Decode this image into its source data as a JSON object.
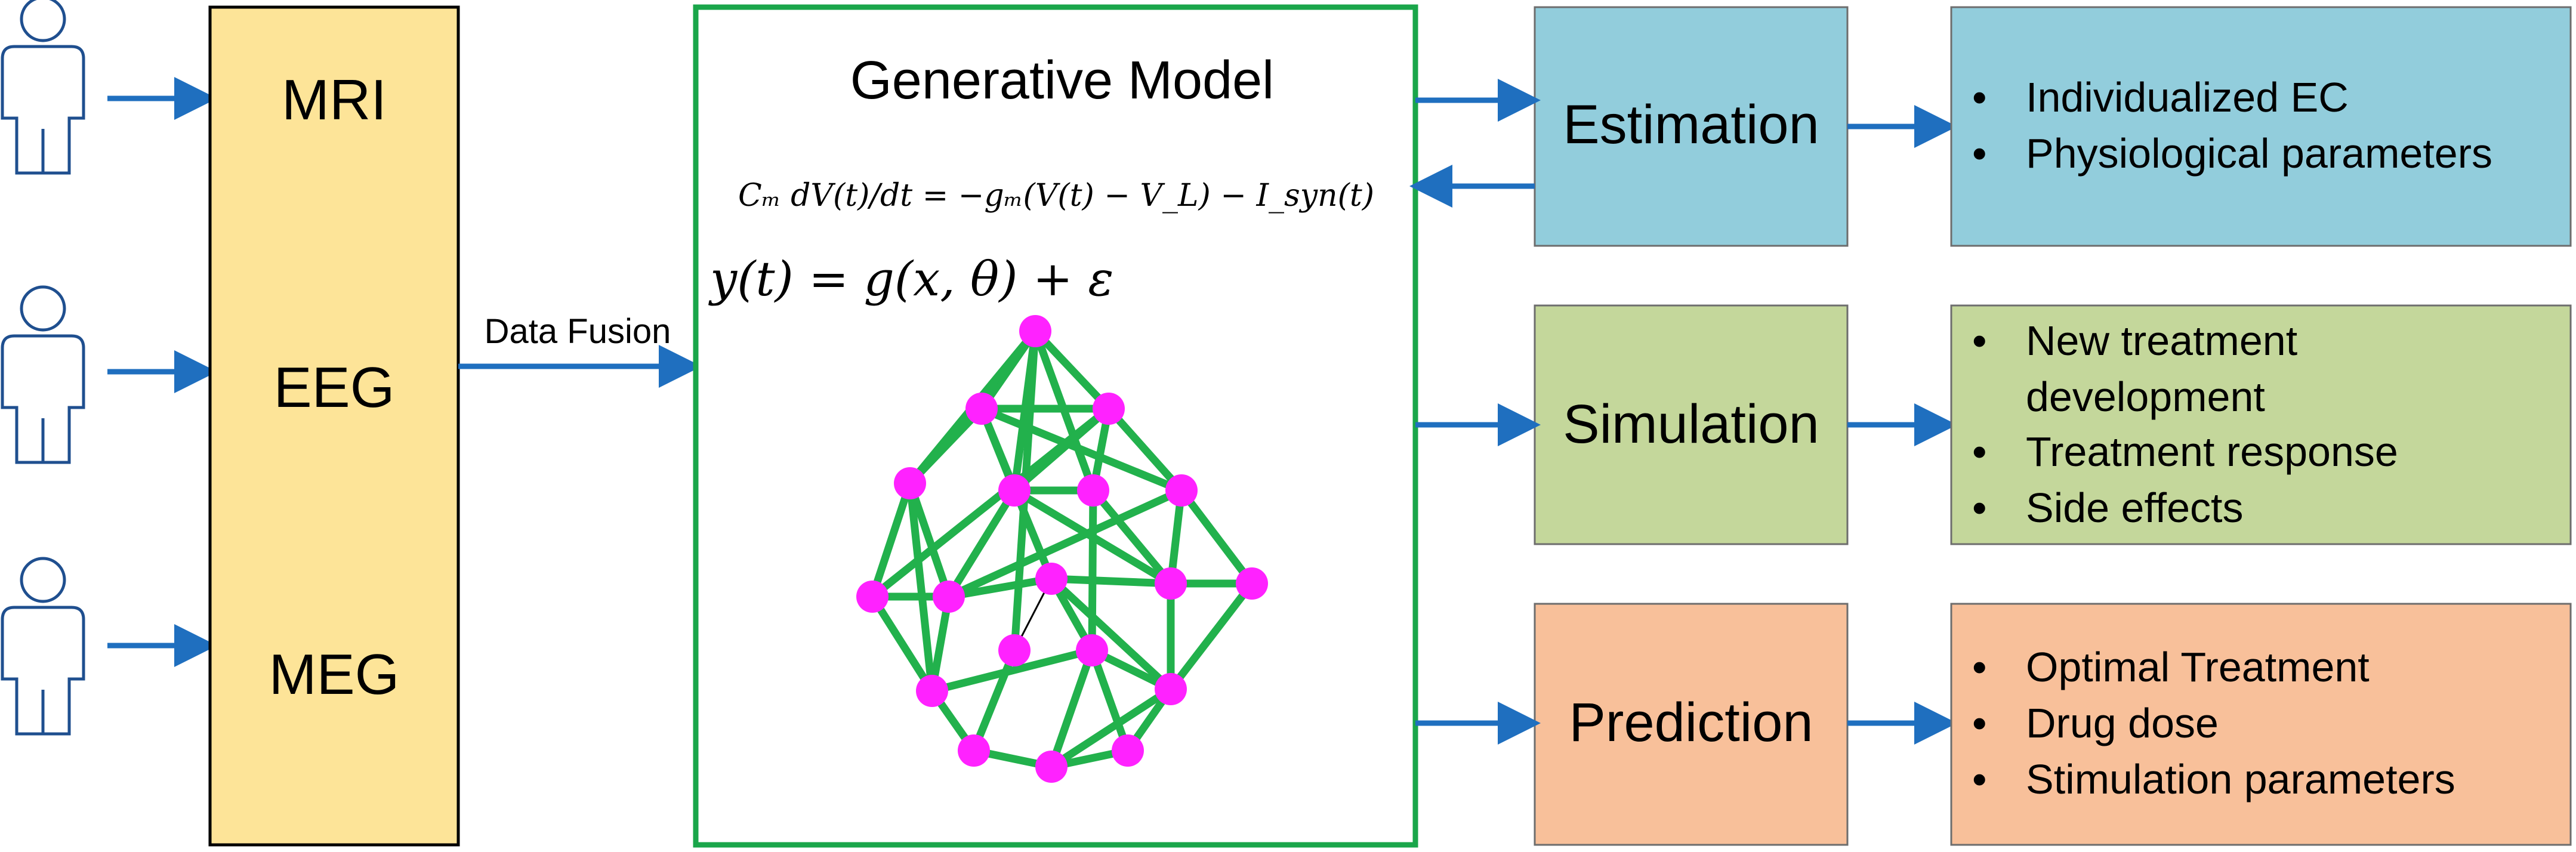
{
  "inputs": {
    "mri": "MRI",
    "eeg": "EEG",
    "meg": "MEG"
  },
  "fusion_label": "Data Fusion",
  "model": {
    "title": "Generative Model",
    "equation1": "Cₘ dV(t)/dt = −gₘ(V(t) − V_L) − I_syn(t)",
    "equation2": "y(t) = g(x, θ) + ε"
  },
  "stages": {
    "estimation": {
      "label": "Estimation",
      "outputs": [
        "Individualized EC",
        "Physiological parameters"
      ]
    },
    "simulation": {
      "label": "Simulation",
      "outputs": [
        "New treatment",
        "development",
        "Treatment response",
        "Side effects"
      ]
    },
    "prediction": {
      "label": "Prediction",
      "outputs": [
        "Optimal Treatment",
        "Drug dose",
        "Stimulation parameters"
      ]
    }
  },
  "bullet": "•",
  "colors": {
    "modality_box": "#fde498",
    "model_border": "#1aa64a",
    "estimation": "#92cddc",
    "simulation": "#c4d79b",
    "prediction": "#f8c09a",
    "arrow": "#1f6fbf",
    "network_edge": "#22b14c",
    "network_node": "#ff22ff",
    "person_outline": "#1f4f8f"
  },
  "icons": [
    "person-icon",
    "arrow-icon"
  ]
}
